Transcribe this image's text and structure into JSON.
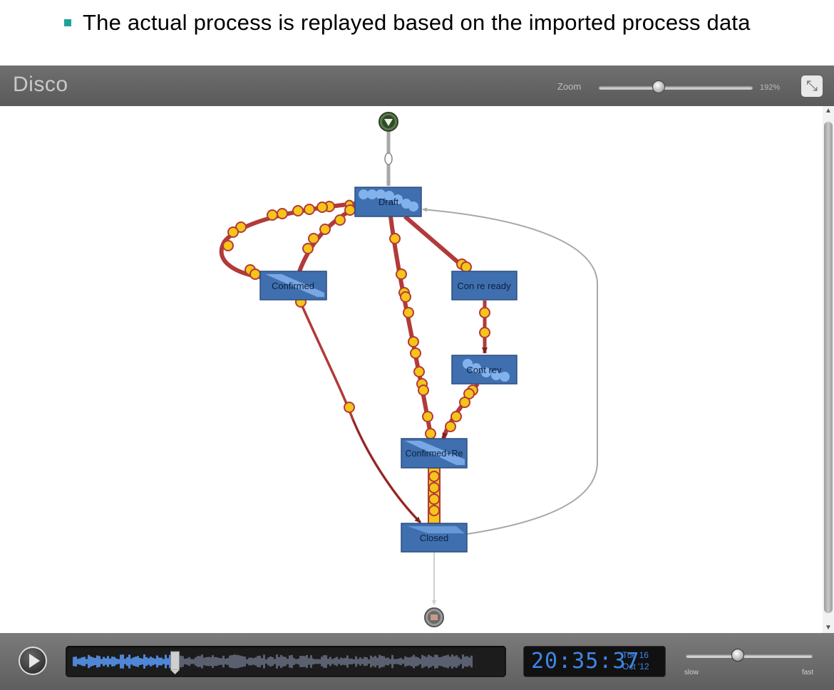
{
  "caption": {
    "text": "The actual process is replayed based on the imported process data",
    "bullet_color": "#1fa39a"
  },
  "app": {
    "logo": "Disco",
    "zoom": {
      "label": "Zoom",
      "value": "192%",
      "level": 0.38
    },
    "fit_icon": "collapse-arrows-icon"
  },
  "graph": {
    "nodes": [
      {
        "id": "draft",
        "label": "Draft"
      },
      {
        "id": "confirmed",
        "label": "Confirmed"
      },
      {
        "id": "con-re-ready",
        "label": "Con re ready"
      },
      {
        "id": "cont-rev",
        "label": "Cont  rev"
      },
      {
        "id": "confirmed-re",
        "label": "Confirmed+Re"
      },
      {
        "id": "closed",
        "label": "Closed"
      }
    ],
    "start_icon": "start-triangle-icon",
    "end_icon": "end-square-icon",
    "colors": {
      "node_fill": "#3f6fae",
      "edge_active": "#b23a3a",
      "token": "#f5c518",
      "edge_idle": "#a8a8a8"
    }
  },
  "player": {
    "play_icon": "play-icon",
    "timeline_progress": 0.24,
    "clock": {
      "time": "20:35:37",
      "day": "Tue 16",
      "month": "Oct '12"
    },
    "speed": {
      "slow": "slow",
      "fast": "fast",
      "level": 0.4
    }
  }
}
